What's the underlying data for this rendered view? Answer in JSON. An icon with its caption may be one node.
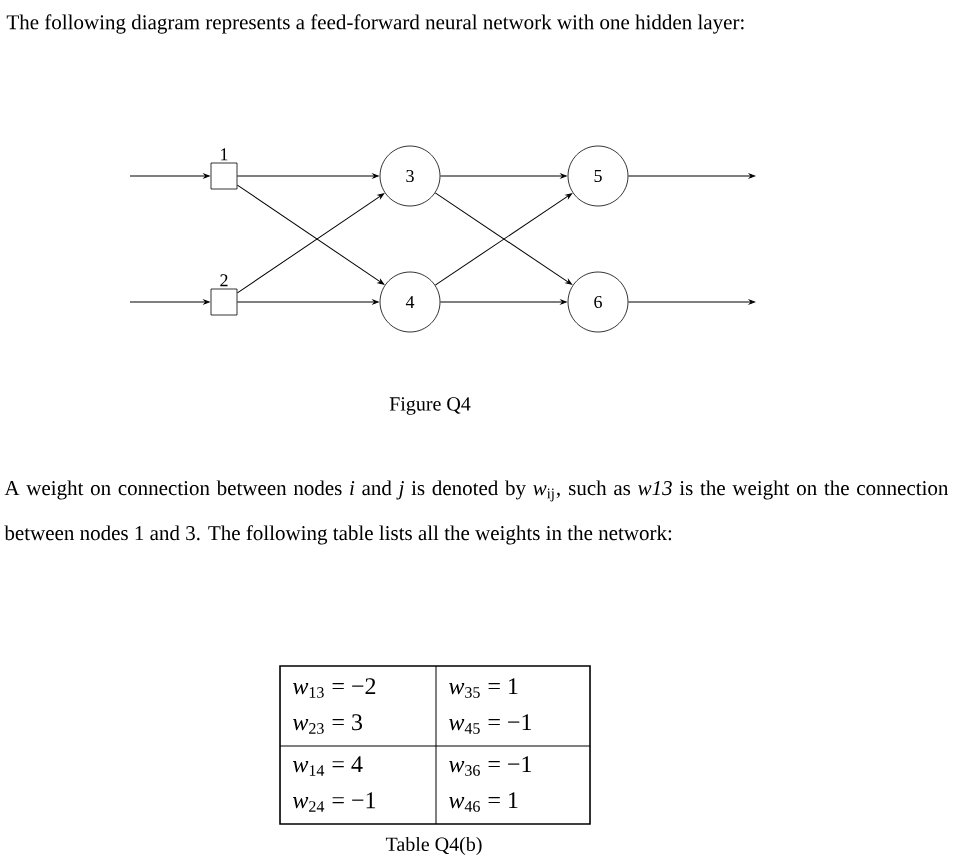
{
  "diagram": {
    "title": "The following diagram represents a feed-forward neural network with one hidden layer:",
    "caption": "Figure Q4",
    "nodes": [
      {
        "text": [
          "1"
        ]
      },
      {
        "text": [
          "2"
        ]
      },
      {
        "text": [
          "3"
        ]
      },
      {
        "text": [
          "4"
        ]
      },
      {
        "text": [
          "5"
        ]
      },
      {
        "text": [
          "6"
        ]
      }
    ],
    "edges": [
      {
        "from": null,
        "to": 0,
        "arrow": "to"
      },
      {
        "from": null,
        "to": 1,
        "arrow": "to"
      },
      {
        "from": 0,
        "to": 2,
        "arrow": "to"
      },
      {
        "from": 0,
        "to": 3,
        "arrow": "to"
      },
      {
        "from": 1,
        "to": 2,
        "arrow": "to"
      },
      {
        "from": 1,
        "to": 3,
        "arrow": "to"
      },
      {
        "from": 2,
        "to": 4,
        "arrow": "to"
      },
      {
        "from": 2,
        "to": 5,
        "arrow": "to"
      },
      {
        "from": 3,
        "to": 4,
        "arrow": "to"
      },
      {
        "from": 3,
        "to": 5,
        "arrow": "to"
      },
      {
        "from": 4,
        "to": null,
        "arrow": "to"
      },
      {
        "from": 5,
        "to": null,
        "arrow": "to"
      }
    ],
    "labels": [
      "A weight on connection between nodes *i* and *j* is denoted by *w*$_{ij}$, such as *w13* is the weight on the connection between nodes 1 and 3. The following table lists all the weights in the network:",
      "*w*$_{13}$ = −2",
      "*w*$_{35}$ = 1",
      "*w*$_{23}$ = 3",
      "*w*$_{45}$ = −1",
      "*w*$_{14}$ = 4",
      "*w*$_{36}$ = −1",
      "*w*$_{24}$ = −1",
      "*w*$_{46}$ = 1",
      "Table Q4(b)"
    ]
  }
}
